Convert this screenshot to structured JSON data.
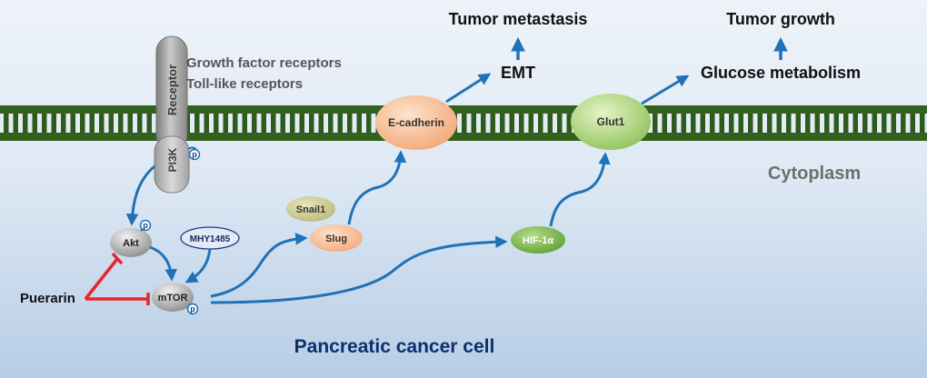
{
  "labels": {
    "receptor": "Receptor",
    "pi3k": "PI3K",
    "growth_factor_receptors": "Growth factor receptors",
    "toll_like_receptors": "Toll-like receptors",
    "ecadherin": "E-cadherin",
    "glut1": "Glut1",
    "emt": "EMT",
    "tumor_metastasis": "Tumor metastasis",
    "glucose_metabolism": "Glucose metabolism",
    "tumor_growth": "Tumor growth",
    "cytoplasm": "Cytoplasm",
    "akt": "Akt",
    "mhy1485": "MHY1485",
    "mtor": "mTOR",
    "puerarin": "Puerarin",
    "snail1": "Snail1",
    "slug": "Slug",
    "hif1a": "HIF-1α",
    "phospho": "p",
    "cell": "Pancreatic cancer cell"
  },
  "colors": {
    "arrow": "#1f72b8",
    "inhibit": "#e8252b",
    "membrane": "#2e5a1c",
    "title": "#0e2f6e"
  }
}
